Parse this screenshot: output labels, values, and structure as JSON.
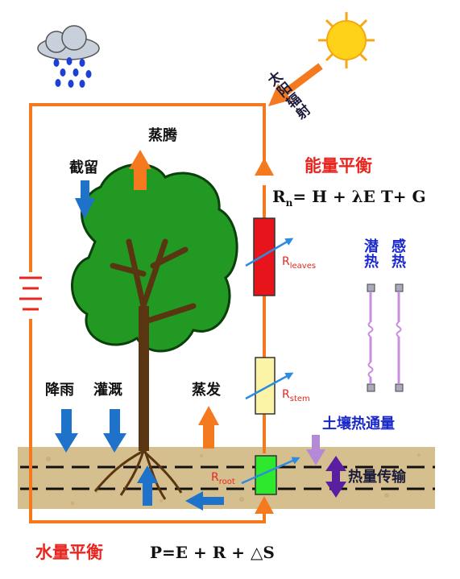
{
  "labels": {
    "solar_radiation": "太阳辐射",
    "evaporation_canopy": "蒸腾",
    "interception": "截留",
    "energy_balance": "能量平衡",
    "energy_equation_rn": "R",
    "energy_equation_rn_sub": "n",
    "energy_equation_rest": "= H + λE T+ G",
    "r_leaves": "R",
    "r_leaves_sub": "leaves",
    "r_stem": "R",
    "r_stem_sub": "stem",
    "r_root": "R",
    "r_root_sub": "root",
    "latent_heat": "潜热",
    "sensible_heat": "感热",
    "rainfall": "降雨",
    "irrigation": "灌溉",
    "soil_evaporation": "蒸发",
    "soil_heat_flux": "土壤热通量",
    "heat_transfer": "热量传输",
    "water_balance": "水量平衡",
    "water_equation": "P=E + R + △S"
  },
  "colors": {
    "loop": "#f4791f",
    "rain_arrows": "#1f72c9",
    "energy_text": "#e8261f",
    "heat_text": "#1a27c9",
    "resistor_leaves": "#e8141b",
    "resistor_stem": "#fbf3a6",
    "resistor_root": "#2ee82e",
    "soil": "#d8c293",
    "heat_flux_arrow": "#8e53c9",
    "tree_crown": "#229922",
    "trunk": "#5a3512",
    "sun": "#ffd21a"
  },
  "icons": [
    "sun-icon",
    "rain-cloud-icon",
    "battery-icon",
    "tree-icon"
  ]
}
